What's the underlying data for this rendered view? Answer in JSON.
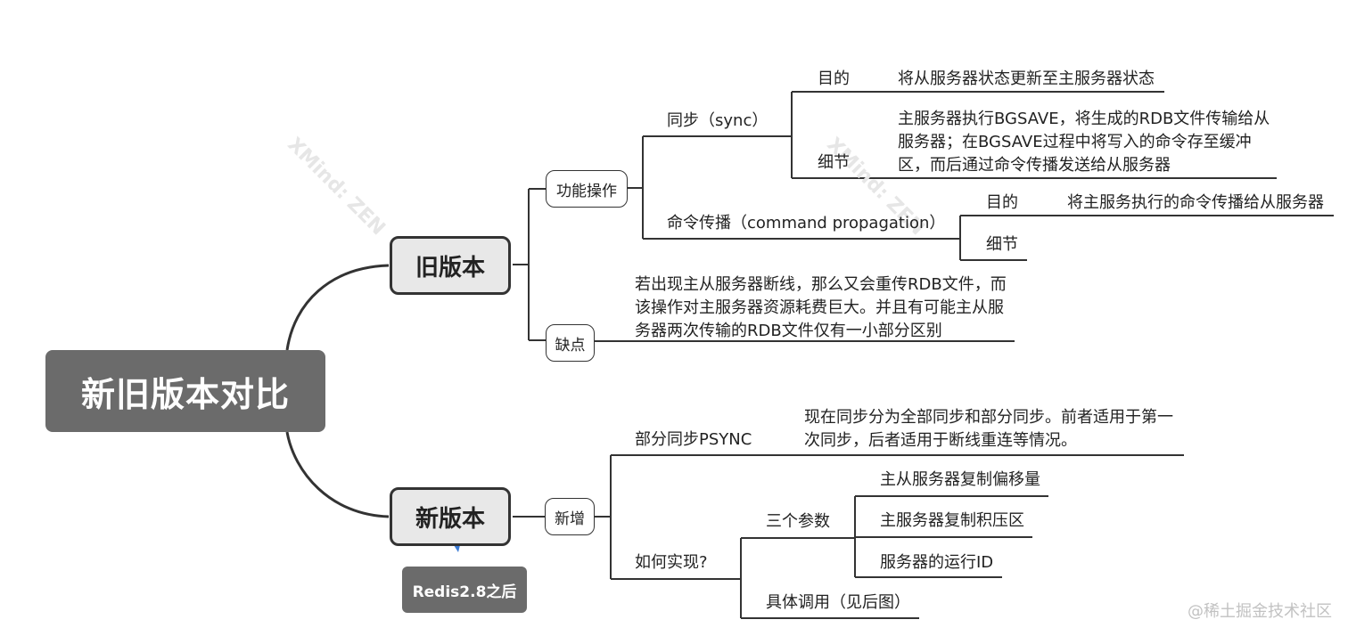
{
  "root": "新旧版本对比",
  "old_version": {
    "title": "旧版本",
    "function_ops": {
      "label": "功能操作",
      "sync": {
        "label": "同步（sync）",
        "purpose_label": "目的",
        "purpose_text": "将从服务器状态更新至主服务器状态",
        "detail_label": "细节",
        "detail_text": "主服务器执行BGSAVE，将生成的RDB文件传输给从服务器；在BGSAVE过程中将写入的命令存至缓冲区，而后通过命令传播发送给从服务器"
      },
      "propagation": {
        "label": "命令传播（command propagation）",
        "purpose_label": "目的",
        "purpose_text": "将主服务执行的命令传播给从服务器",
        "detail_label": "细节"
      }
    },
    "drawback": {
      "label": "缺点",
      "text": "若出现主从服务器断线，那么又会重传RDB文件，而该操作对主服务器资源耗费巨大。并且有可能主从服务器两次传输的RDB文件仅有一小部分区别"
    }
  },
  "new_version": {
    "title": "新版本",
    "tag": "Redis2.8之后",
    "added": {
      "label": "新增",
      "psync": {
        "label": "部分同步PSYNC",
        "text": "现在同步分为全部同步和部分同步。前者适用于第一次同步，后者适用于断线重连等情况。"
      },
      "how": {
        "label": "如何实现?",
        "params": {
          "label": "三个参数",
          "items": [
            "主从服务器复制偏移量",
            "主服务器复制积压区",
            "服务器的运行ID"
          ]
        },
        "call": "具体调用（见后图）"
      }
    }
  },
  "watermark": "XMind: ZEN",
  "credit": "@稀土掘金技术社区"
}
